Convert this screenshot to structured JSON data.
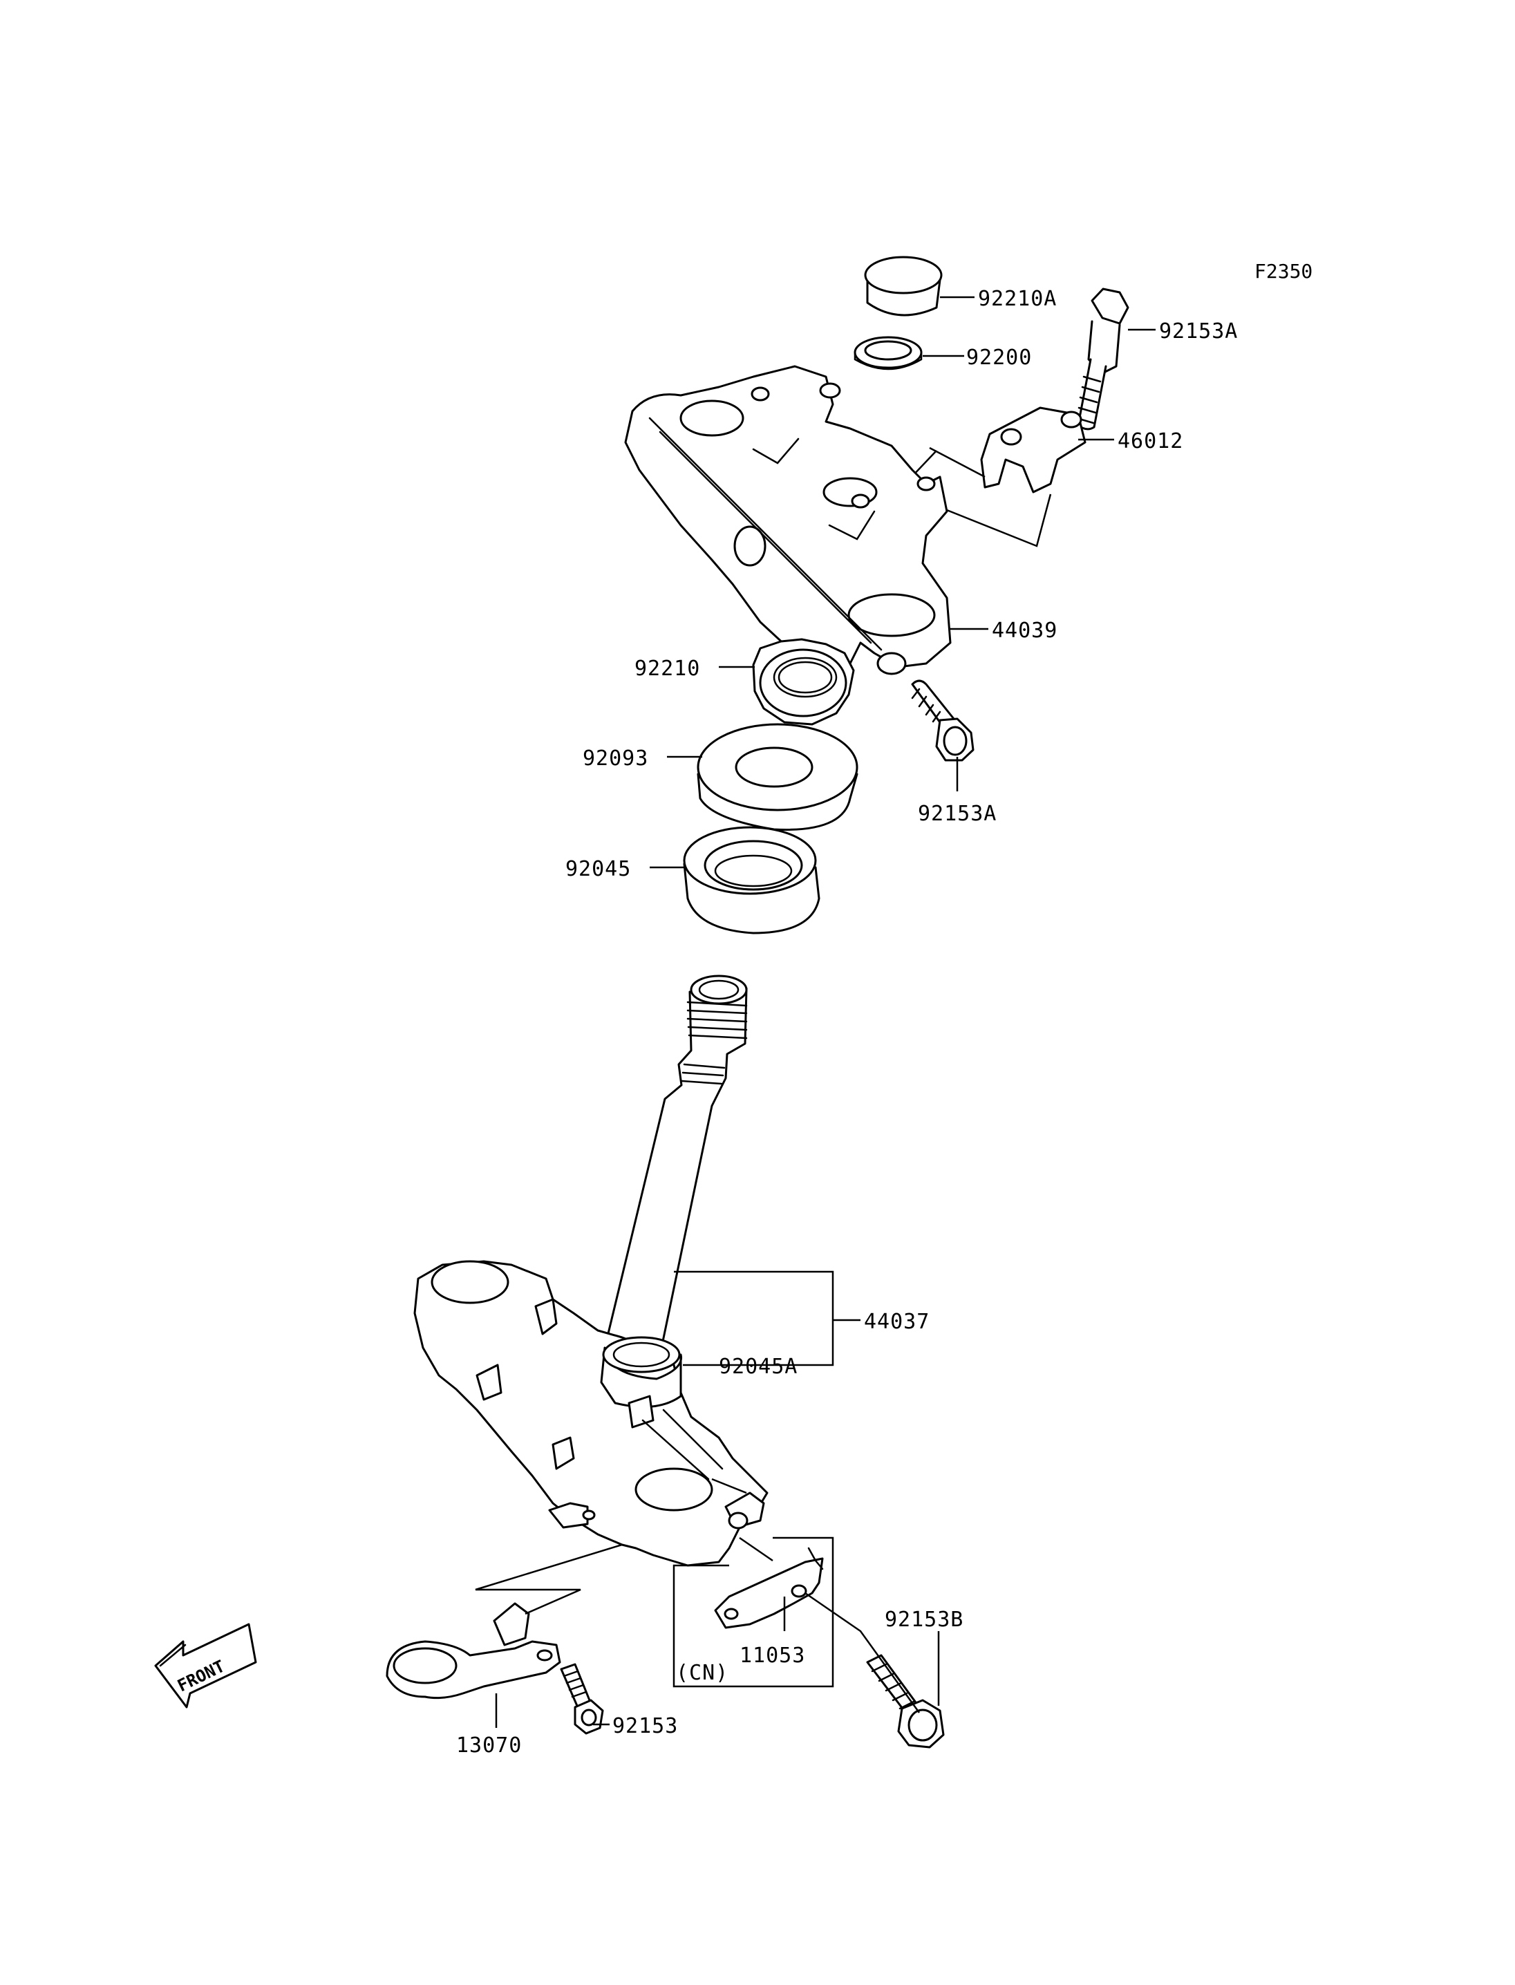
{
  "diagram_code": "F2350",
  "front_arrow": {
    "label": "FRONT"
  },
  "parts": [
    {
      "number": "92210A"
    },
    {
      "number": "92200"
    },
    {
      "number": "92153A"
    },
    {
      "number": "46012"
    },
    {
      "number": "44039"
    },
    {
      "number": "92210"
    },
    {
      "number": "92093"
    },
    {
      "number": "92153A"
    },
    {
      "number": "92045"
    },
    {
      "number": "44037"
    },
    {
      "number": "92045A"
    },
    {
      "number": "92153B"
    },
    {
      "number": "11053"
    },
    {
      "number": "92153"
    },
    {
      "number": "13070"
    }
  ],
  "region_note": "(CN)"
}
